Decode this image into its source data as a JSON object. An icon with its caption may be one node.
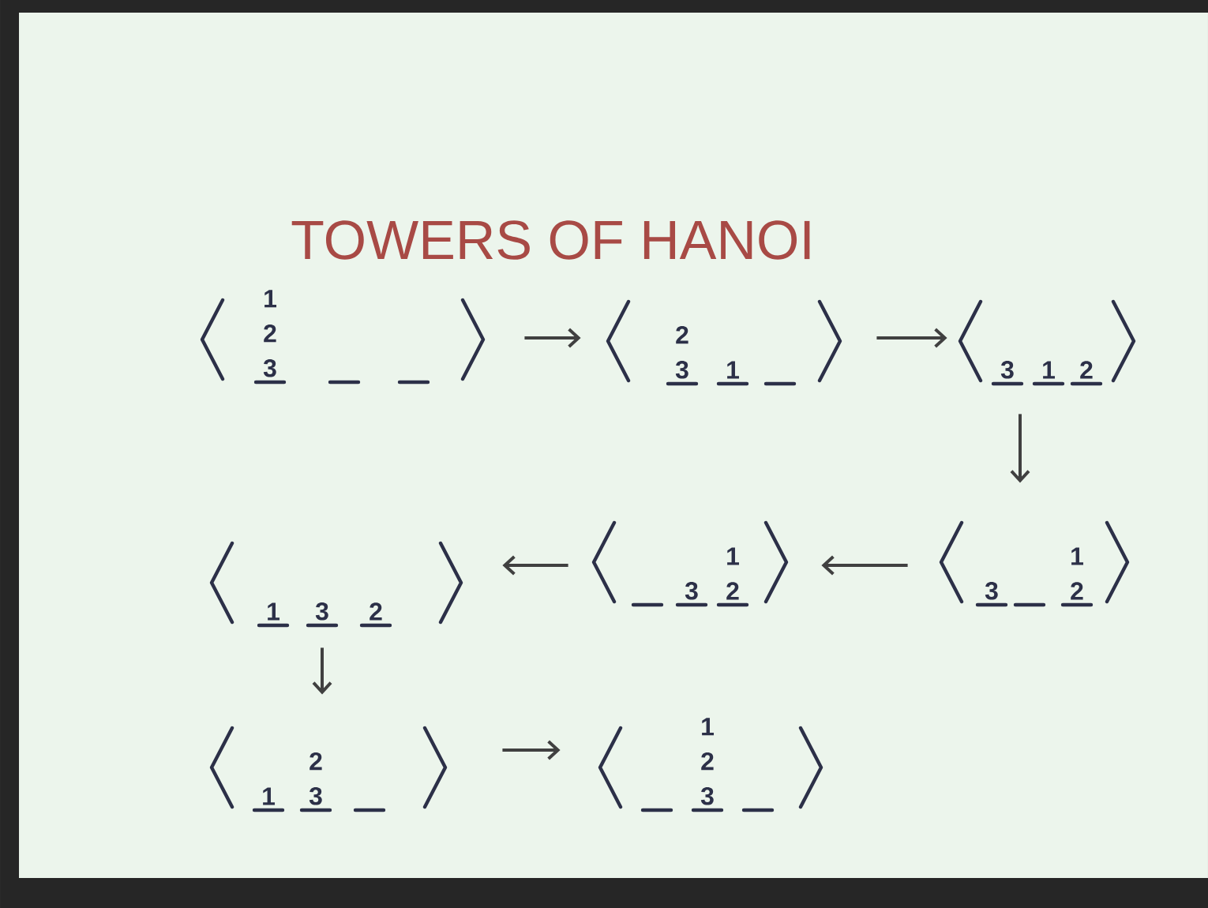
{
  "diagram": {
    "title": "TOWERS OF HANOI",
    "nodes": [
      {
        "text": [
          "1 2 3"
        ]
      },
      {
        "text": [
          "2 3",
          "1"
        ]
      },
      {
        "text": [
          "3",
          "1",
          "2"
        ]
      },
      {
        "text": [
          "1",
          "3",
          "2"
        ]
      },
      {
        "text": [
          "3",
          "1 2"
        ]
      },
      {
        "text": [
          "3",
          "1 2"
        ]
      },
      {
        "text": [
          "1",
          "2 3"
        ]
      },
      {
        "text": [
          "1 2 3"
        ]
      }
    ],
    "edges": [
      {
        "from": 0,
        "to": 1,
        "arrow": "to"
      },
      {
        "from": 1,
        "to": 2,
        "arrow": "to"
      },
      {
        "from": 2,
        "to": 5,
        "arrow": "to"
      },
      {
        "from": 5,
        "to": 4,
        "arrow": "to"
      },
      {
        "from": 4,
        "to": 3,
        "arrow": "to"
      },
      {
        "from": 3,
        "to": 6,
        "arrow": "to"
      },
      {
        "from": 6,
        "to": 7,
        "arrow": "to"
      }
    ]
  }
}
